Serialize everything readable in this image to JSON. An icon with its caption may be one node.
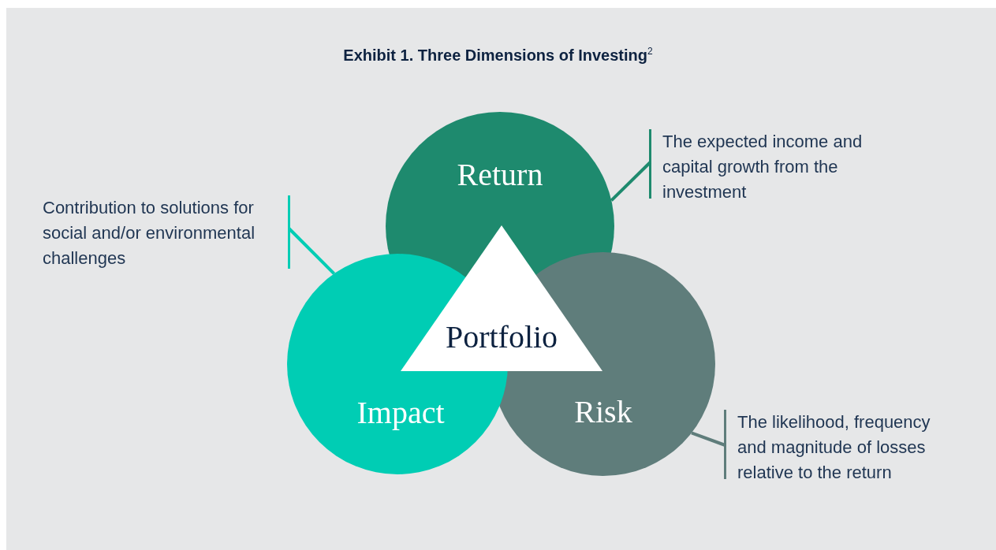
{
  "diagram": {
    "title": "Exhibit 1. Three Dimensions of Investing$^{2}$",
    "nodes": [
      {
        "text": [
          "Return"
        ]
      },
      {
        "text": [
          "Risk"
        ]
      },
      {
        "text": [
          "Impact"
        ]
      },
      {
        "text": [
          "Portfolio"
        ]
      },
      {
        "text": [
          "The expected income and capital growth from the investment"
        ]
      },
      {
        "text": [
          "Contribution to solutions for social and/or environmental challenges"
        ]
      },
      {
        "text": [
          "The likelihood, frequency and magnitude of losses relative to the return"
        ]
      }
    ],
    "edges": [
      {
        "from": 4,
        "to": 0,
        "arrow": "none",
        "color": "#1e8a6e"
      },
      {
        "from": 5,
        "to": 2,
        "arrow": "none",
        "color": "#00cdb4"
      },
      {
        "from": 6,
        "to": 1,
        "arrow": "none",
        "color": "#5f7d7b"
      }
    ]
  }
}
